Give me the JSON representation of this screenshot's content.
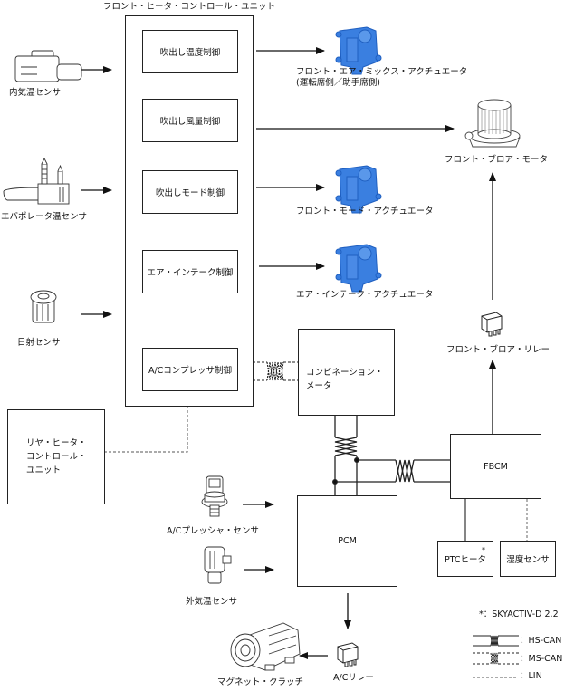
{
  "front_hcu": {
    "title": "フロント・ヒータ・コントロール・ユニット",
    "functions": [
      {
        "label": "吹出し温度制御"
      },
      {
        "label": "吹出し風量制御"
      },
      {
        "label": "吹出しモード制御"
      },
      {
        "label": "エア・インテーク制御"
      },
      {
        "label": "A/Cコンプレッサ制御"
      }
    ]
  },
  "inputs": {
    "cabin_temp_sensor": "内気温センサ",
    "evaporator_temp_sensor": "エバポレータ温センサ",
    "solar_sensor": "日射センサ",
    "ac_pressure_sensor": "A/Cプレッシャ・センサ",
    "ambient_temp_sensor": "外気温センサ"
  },
  "outputs": {
    "air_mix_actuator": {
      "line1": "フロント・エア・ミックス・アクチュエータ",
      "line2": "(運転席側／助手席側)"
    },
    "blower_motor": "フロント・ブロア・モータ",
    "mode_actuator": "フロント・モード・アクチュエータ",
    "intake_actuator": "エア・インテーク・アクチュエータ",
    "blower_relay": "フロント・ブロア・リレー",
    "ac_relay": "A/Cリレー",
    "magnetic_clutch": "マグネット・クラッチ"
  },
  "modules": {
    "combination_meter": {
      "line1": "コンビネーション・",
      "line2": "メータ"
    },
    "rear_hcu": {
      "line1": "リヤ・ヒータ・",
      "line2": "コントロール・",
      "line3": "ユニット"
    },
    "pcm": "PCM",
    "fbcm": "FBCM",
    "ptc_heater": "PTCヒータ",
    "ptc_heater_mark": "*",
    "humidity_sensor": "湿度センサ"
  },
  "legend": {
    "note": "*：SKYACTIV-D 2.2",
    "items": [
      {
        "key": "hs-can",
        "label": "：HS-CAN"
      },
      {
        "key": "ms-can",
        "label": "：MS-CAN"
      },
      {
        "key": "lin",
        "label": "：LIN"
      }
    ]
  },
  "colors": {
    "actuator_blue": "#3a7fe0",
    "actuator_blue_dark": "#1f5fc0",
    "line": "#222222"
  }
}
